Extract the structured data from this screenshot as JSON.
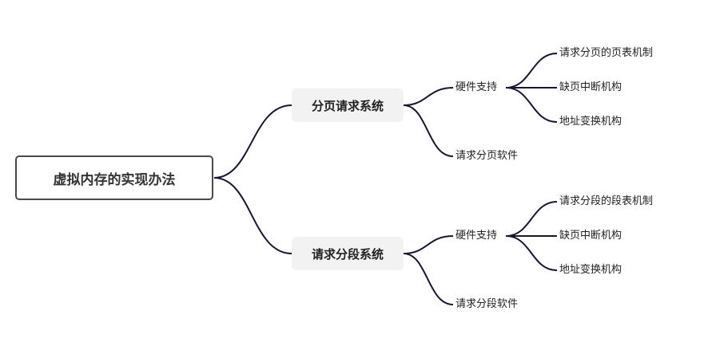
{
  "root": {
    "label": "虚拟内存的实现办法"
  },
  "branches": [
    {
      "label": "分页请求系统",
      "children": [
        {
          "label": "硬件支持",
          "children": [
            {
              "label": "请求分页的页表机制"
            },
            {
              "label": "缺页中断机构"
            },
            {
              "label": "地址变换机构"
            }
          ]
        },
        {
          "label": "请求分页软件"
        }
      ]
    },
    {
      "label": "请求分段系统",
      "children": [
        {
          "label": "硬件支持",
          "children": [
            {
              "label": "请求分段的段表机制"
            },
            {
              "label": "缺页中断机构"
            },
            {
              "label": "地址变换机构"
            }
          ]
        },
        {
          "label": "请求分段软件"
        }
      ]
    }
  ]
}
